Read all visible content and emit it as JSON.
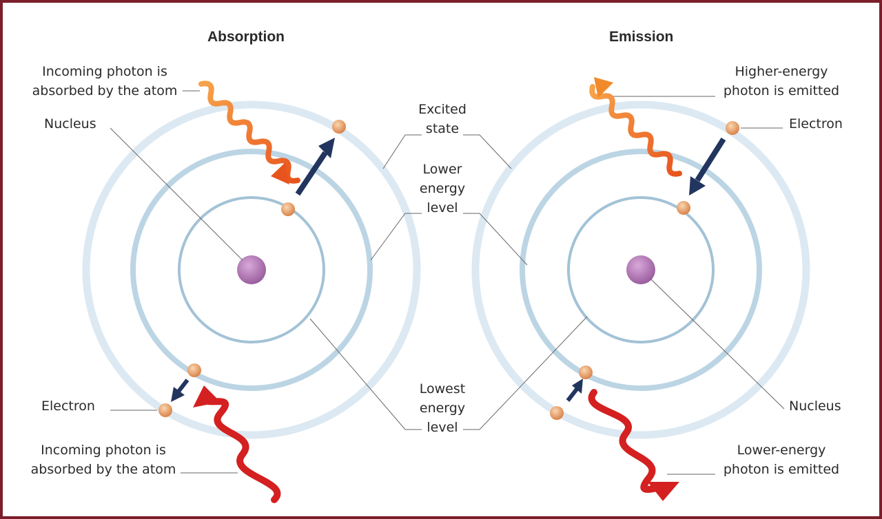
{
  "titles": {
    "absorption": "Absorption",
    "emission": "Emission"
  },
  "labels": {
    "incoming_top": "Incoming photon is\nabsorbed by the atom",
    "nucleus_left": "Nucleus",
    "electron_left": "Electron",
    "incoming_bottom": "Incoming photon is\nabsorbed by the atom",
    "excited_state": "Excited\nstate",
    "lower_energy": "Lower\nenergy\nlevel",
    "lowest_energy": "Lowest\nenergy\nlevel",
    "higher_photon": "Higher-energy\nphoton is emitted",
    "electron_right": "Electron",
    "nucleus_right": "Nucleus",
    "lower_photon": "Lower-energy\nphoton is emitted"
  },
  "colors": {
    "frame": "#7a1f2b",
    "nucleus": "#b77db8",
    "electron": "#f0b27a",
    "orbit_outer": "#dbe9f2",
    "orbit_middle": "#b8d3e3",
    "orbit_inner": "#9fbfd4",
    "arrow": "#22355e",
    "photon_high": "#f08a2a",
    "photon_low": "#d42020"
  }
}
